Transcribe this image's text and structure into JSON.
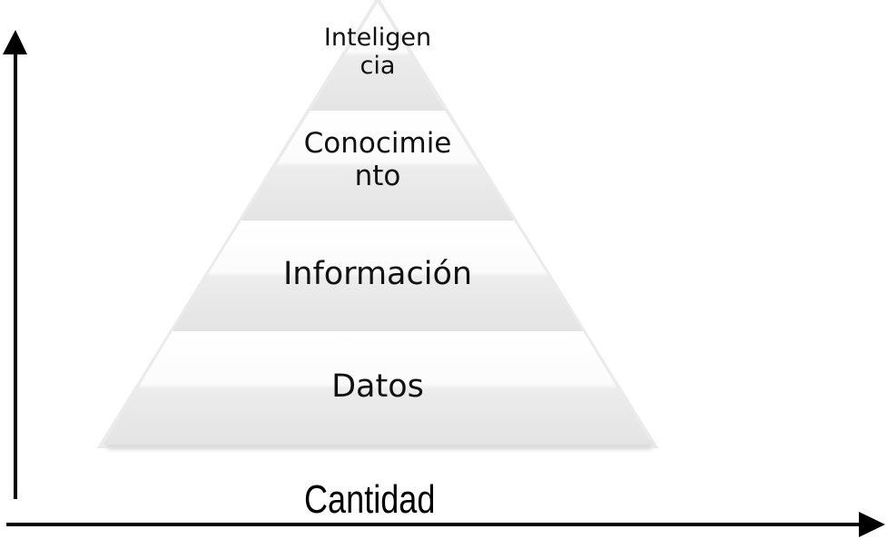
{
  "pyramid": {
    "layers": [
      {
        "label_line1": "Inteligen",
        "label_line2": "cia"
      },
      {
        "label_line1": "Conocimie",
        "label_line2": "nto"
      },
      {
        "label_line1": "Información",
        "label_line2": ""
      },
      {
        "label_line1": "Datos",
        "label_line2": ""
      }
    ]
  },
  "axes": {
    "x_label": "Cantidad",
    "y_label": ""
  },
  "colors": {
    "band_top": "#ffffff",
    "band_bottom": "#e6e6e6",
    "edge": "#d8d8d8",
    "axis": "#000000"
  }
}
